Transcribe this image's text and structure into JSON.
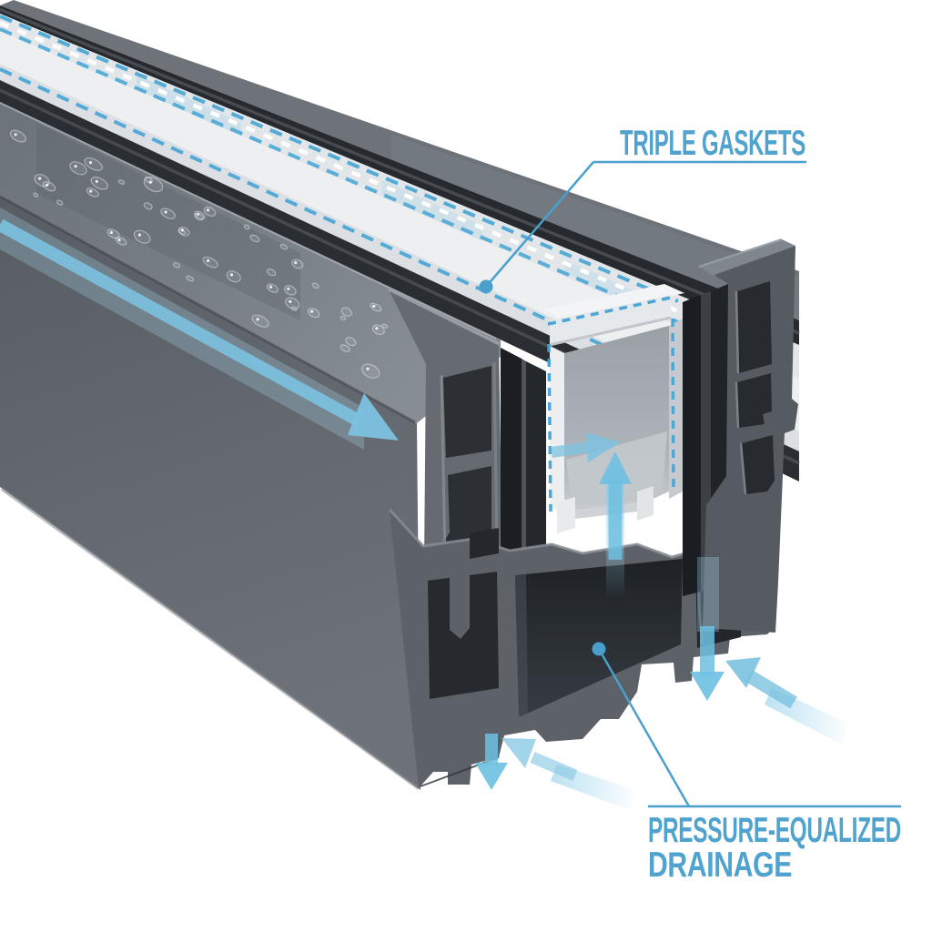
{
  "diagram": {
    "subject": "window-frame-drainage-cross-section",
    "callouts": {
      "gaskets": {
        "label": "TRIPLE GASKETS"
      },
      "drainage": {
        "label_line1": "PRESSURE-EQUALIZED",
        "label_line2": "DRAINAGE"
      }
    },
    "colors": {
      "label_blue": "#4fa3ce",
      "leader_blue": "#49a0cc",
      "arrow_blue": "#7cc2e0",
      "dashed_blue": "#4da8d6",
      "frame_gray": "#63686e",
      "gasket_dark": "#26292d",
      "glazing_white": "#eef0f2",
      "background": "#ffffff"
    }
  }
}
